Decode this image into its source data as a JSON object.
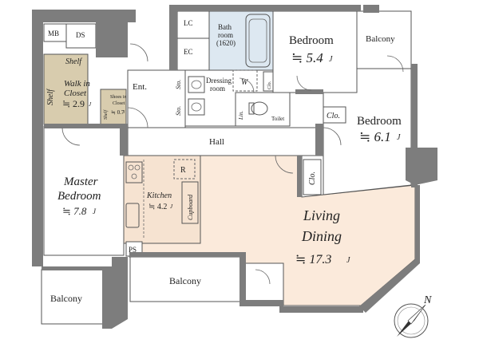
{
  "colors": {
    "living": "#fbeadb",
    "kitchen": "#f6e3d1",
    "rooms": "#ffffff",
    "bath": "#dde8f1",
    "closet": "#d8ccae",
    "walls": "#7d7d7d",
    "lines": "#555555"
  },
  "labels": {
    "mb": "MB",
    "ds": "DS",
    "lc": "LC",
    "ec": "EC",
    "bath_l1": "Bath",
    "bath_l2": "room",
    "bath_l3": "(1620)",
    "bedroom_top": "Bedroom",
    "bedroom_top_size": "≒ 5.4",
    "bedroom_top_unit": "J",
    "balcony_top": "Balcony",
    "shelf_top": "Shelf",
    "shelf_left": "Shelf",
    "walkin_l1": "Walk in",
    "walkin_l2": "Closet",
    "walkin_size": "≒ 2.9",
    "walkin_unit": "J",
    "shoes_l1": "Shoes in",
    "shoes_l2": "Closet",
    "shoes_size": "≒ 0.7",
    "shoes_unit": "J",
    "shelf_small": "Shelf",
    "ent": "Ent.",
    "sto1": "Sto.",
    "sto2": "Sto.",
    "dressing_l1": "Dressing",
    "dressing_l2": "room",
    "w": "W",
    "clo_small": "Clo.",
    "lin": "Lin.",
    "toilet": "Toilet",
    "clo_right": "Clo.",
    "bedroom_right": "Bedroom",
    "bedroom_right_size": "≒ 6.1",
    "bedroom_right_unit": "J",
    "hall": "Hall",
    "clo_mid": "Clo.",
    "master_l1": "Master",
    "master_l2": "Bedroom",
    "master_size": "≒ 7.8",
    "master_unit": "J",
    "r": "R",
    "kitchen": "Kitchen",
    "kitchen_size": "≒ 4.2",
    "kitchen_unit": "J",
    "cupboard": "Cupboard",
    "living_l1": "Living",
    "living_l2": "Dining",
    "living_size": "≒ 17.3",
    "living_unit": "J",
    "ps": "PS",
    "balcony_mid": "Balcony",
    "balcony_bl": "Balcony",
    "compass": "N"
  },
  "icons": [
    "compass-north-icon"
  ]
}
